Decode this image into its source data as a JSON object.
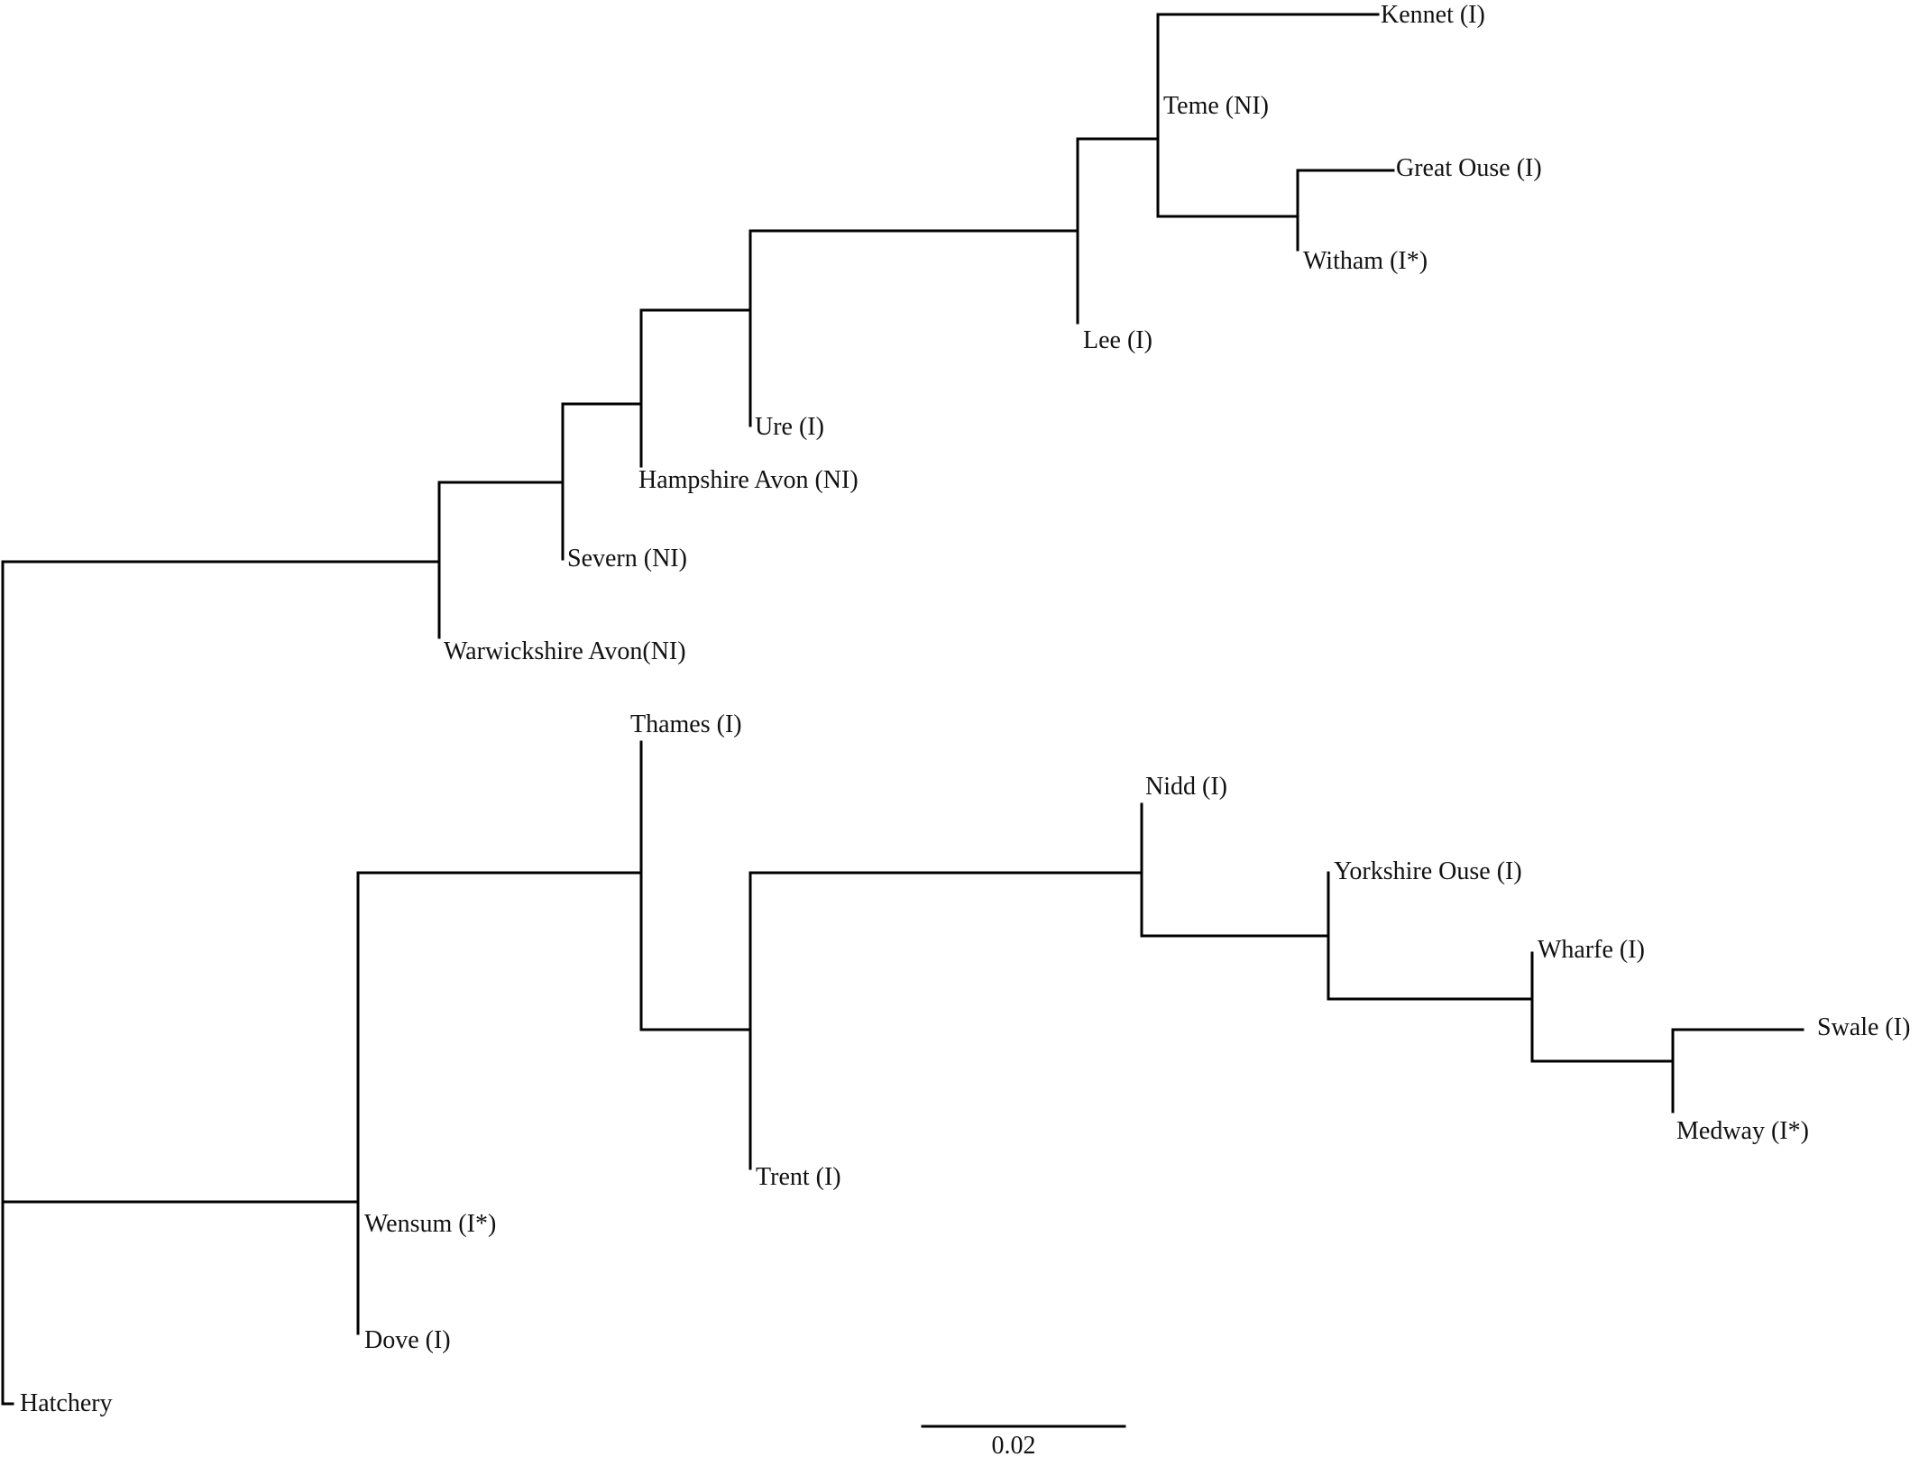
{
  "tree": {
    "leaves": [
      {
        "id": "kennet",
        "label": "Kennet (I)"
      },
      {
        "id": "teme",
        "label": "Teme (NI)"
      },
      {
        "id": "great-ouse",
        "label": "Great Ouse (I)"
      },
      {
        "id": "witham",
        "label": "Witham (I*)"
      },
      {
        "id": "lee",
        "label": "Lee (I)"
      },
      {
        "id": "ure",
        "label": "Ure (I)"
      },
      {
        "id": "hampshire-avon",
        "label": "Hampshire Avon (NI)"
      },
      {
        "id": "severn",
        "label": "Severn (NI)"
      },
      {
        "id": "warwickshire-avon",
        "label": "Warwickshire Avon(NI)"
      },
      {
        "id": "thames",
        "label": "Thames (I)"
      },
      {
        "id": "nidd",
        "label": "Nidd (I)"
      },
      {
        "id": "yorkshire-ouse",
        "label": "Yorkshire Ouse (I)"
      },
      {
        "id": "wharfe",
        "label": "Wharfe (I)"
      },
      {
        "id": "swale",
        "label": "Swale (I)"
      },
      {
        "id": "medway",
        "label": "Medway (I*)"
      },
      {
        "id": "trent",
        "label": "Trent (I)"
      },
      {
        "id": "wensum",
        "label": "Wensum (I*)"
      },
      {
        "id": "dove",
        "label": "Dove (I)"
      },
      {
        "id": "hatchery",
        "label": "Hatchery"
      }
    ]
  },
  "scale_bar": {
    "label": "0.02",
    "value": 0.02
  }
}
